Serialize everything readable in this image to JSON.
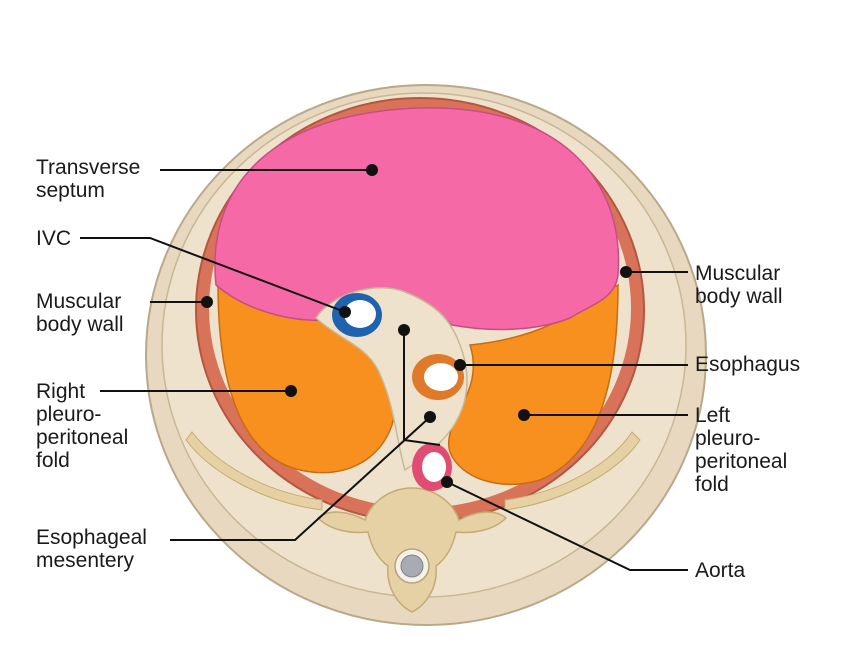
{
  "colors": {
    "background": "#ffffff",
    "body_outer": "#e8d8bf",
    "body_inner": "#efe2cc",
    "muscle": "#d8735a",
    "septum": "#f56aa6",
    "fold": "#f7901e",
    "bone": "#e5d1a3",
    "ivc": "#1f62b0",
    "esophagus": "#e07a2b",
    "aorta": "#e14c73",
    "leader": "#111111"
  },
  "labels": {
    "transverse_septum": [
      "Transverse",
      "septum"
    ],
    "ivc": [
      "IVC"
    ],
    "muscular_body_wall_left": [
      "Muscular",
      "body wall"
    ],
    "right_pleuroperitoneal_fold": [
      "Right",
      "pleuro-",
      "peritoneal",
      "fold"
    ],
    "esophageal_mesentery": [
      "Esophageal",
      "mesentery"
    ],
    "muscular_body_wall_right": [
      "Muscular",
      "body wall"
    ],
    "esophagus": [
      "Esophagus"
    ],
    "left_pleuroperitoneal_fold": [
      "Left",
      "pleuro-",
      "peritoneal",
      "fold"
    ],
    "aorta": [
      "Aorta"
    ]
  }
}
